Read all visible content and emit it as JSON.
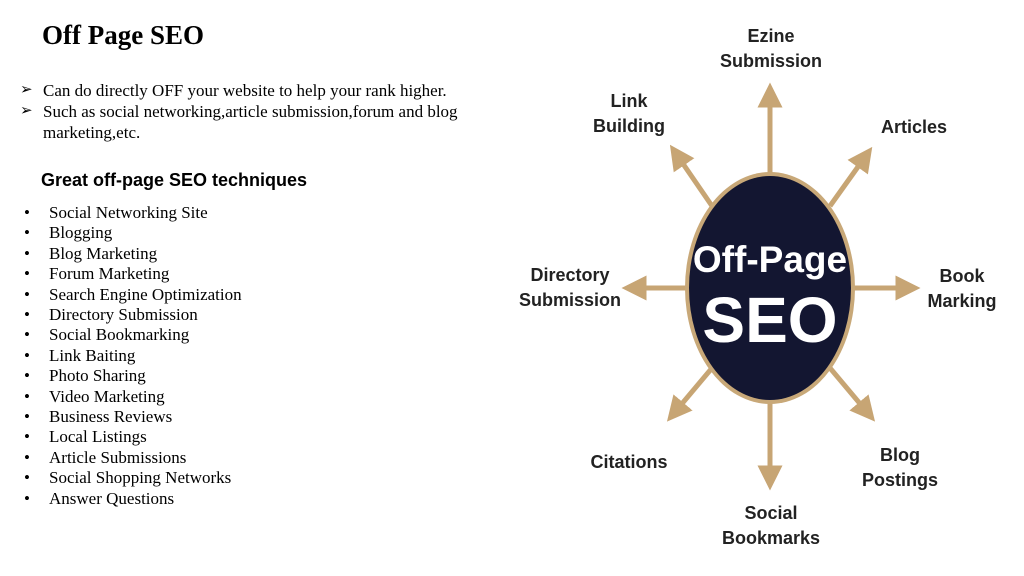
{
  "title": "Off Page SEO",
  "intro": [
    "Can do directly OFF your website to help your rank higher.",
    "Such as social networking,article submission,forum and blog marketing,etc."
  ],
  "intro_marker": "➢",
  "bullet_marker": "•",
  "subheading": "Great off-page SEO techniques",
  "techniques": [
    "Social Networking Site",
    "Blogging",
    "Blog Marketing",
    "Forum Marketing",
    "Search Engine Optimization",
    "Directory Submission",
    "Social Bookmarking",
    "Link Baiting",
    "Photo Sharing",
    "Video Marketing",
    "Business Reviews",
    "Local Listings",
    "Article Submissions",
    "Social Shopping Networks",
    "Answer Questions"
  ],
  "diagram": {
    "center_line1": "Off-Page",
    "center_line2": "SEO",
    "center_color": "#131631",
    "ring_color": "#c8a878",
    "arrow_color": "#c7a574",
    "nodes": {
      "ezine": [
        "Ezine",
        "Submission"
      ],
      "link_building": [
        "Link",
        "Building"
      ],
      "articles": [
        "Articles"
      ],
      "directory": [
        "Directory",
        "Submission"
      ],
      "book_marking": [
        "Book",
        "Marking"
      ],
      "citations": [
        "Citations"
      ],
      "blog_postings": [
        "Blog",
        "Postings"
      ],
      "social_bookmarks": [
        "Social",
        "Bookmarks"
      ]
    }
  }
}
